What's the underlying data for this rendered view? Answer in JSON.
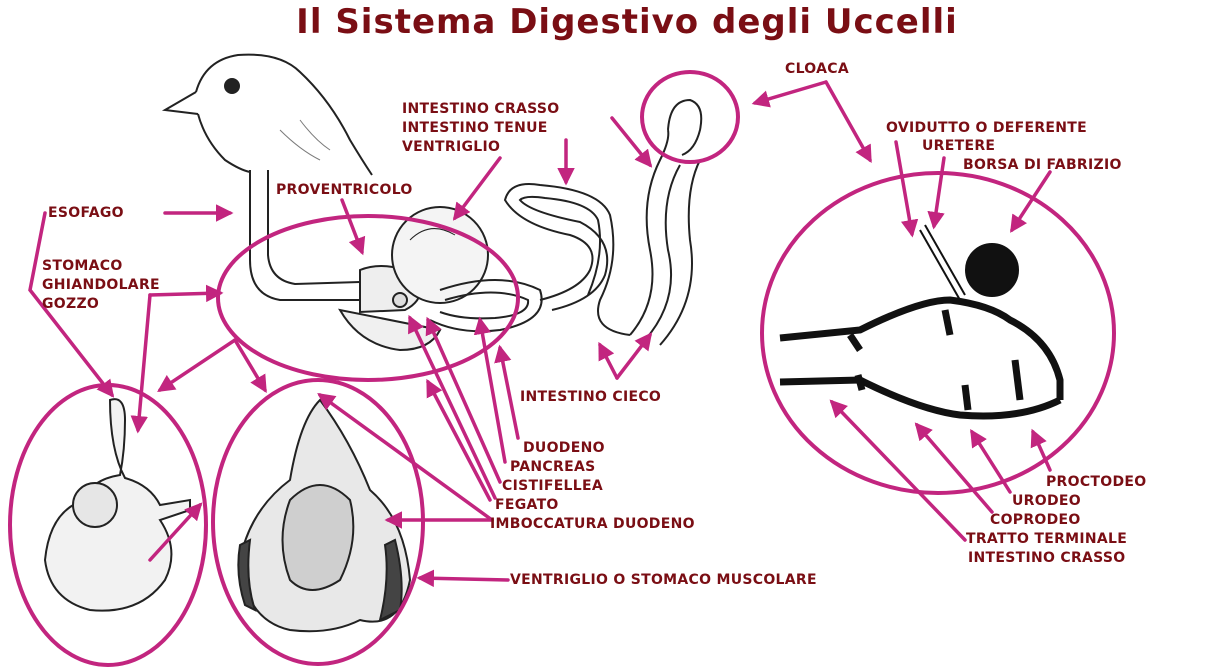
{
  "title": "Il Sistema Digestivo degli Uccelli",
  "colors": {
    "title": "#7a0e14",
    "labels": "#7a0e14",
    "arrows": "#c2257f",
    "drawing": "#222222"
  },
  "labels": {
    "intestino_crasso_top": "INTESTINO CRASSO",
    "intestino_tenue": "INTESTINO TENUE",
    "ventriglio": "VENTRIGLIO",
    "cloaca": "CLOACA",
    "ovidutto": "OVIDUTTO O DEFERENTE",
    "uretere": "URETERE",
    "borsa_fabrizio": "BORSA DI FABRIZIO",
    "proventricolo": "PROVENTRICOLO",
    "esofago": "ESOFAGO",
    "stomaco": "STOMACO",
    "ghiandolare": "GHIANDOLARE",
    "gozzo": "GOZZO",
    "intestino_cieco": "INTESTINO CIECO",
    "duodeno": "DUODENO",
    "pancreas": "PANCREAS",
    "cistifellea": "CISTIFELLEA",
    "fegato": "FEGATO",
    "imboccatura_duodeno": "IMBOCCATURA DUODENO",
    "ventriglio_muscolare": "VENTRIGLIO O STOMACO MUSCOLARE",
    "proctodeo": "PROCTODEO",
    "urodeo": "URODEO",
    "coprodeo": "COPRODEO",
    "tratto_terminale": "TRATTO TERMINALE",
    "intestino_crasso_bottom": "INTESTINO CRASSO"
  }
}
